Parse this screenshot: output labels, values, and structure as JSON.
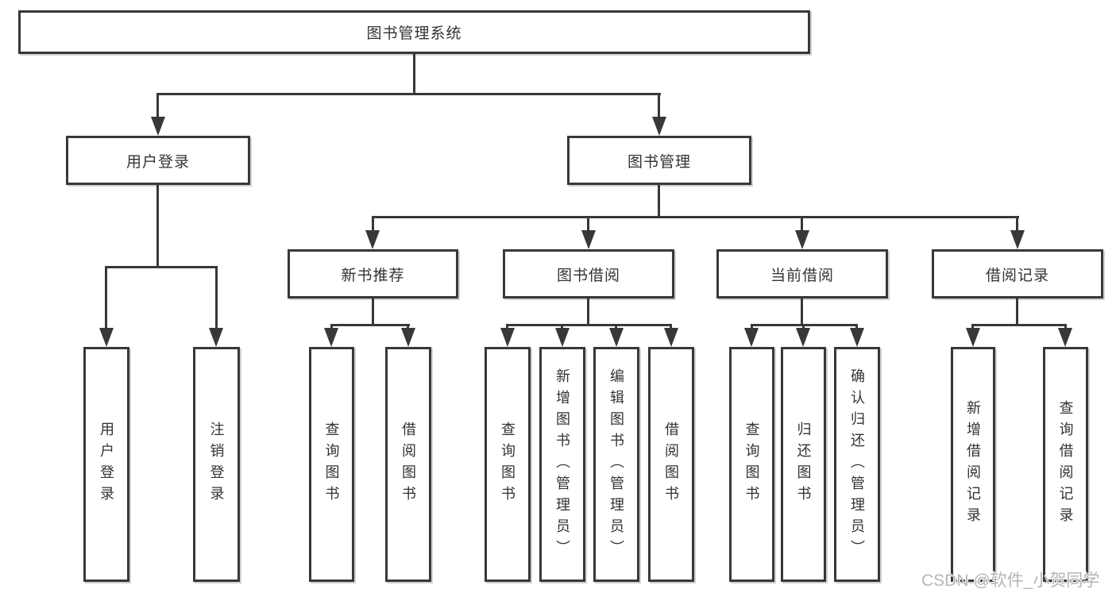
{
  "tree": {
    "root": "图书管理系统",
    "branches": [
      {
        "label": "用户登录",
        "children": [
          "用户登录",
          "注销登录"
        ]
      },
      {
        "label": "图书管理",
        "children": [
          {
            "label": "新书推荐",
            "children": [
              "查询图书",
              "借阅图书"
            ]
          },
          {
            "label": "图书借阅",
            "children": [
              "查询图书",
              "新增图书（管理员）",
              "编辑图书（管理员）",
              "借阅图书"
            ]
          },
          {
            "label": "当前借阅",
            "children": [
              "查询图书",
              "归还图书",
              "确认归还（管理员）"
            ]
          },
          {
            "label": "借阅记录",
            "children": [
              "新增借阅记录",
              "查询借阅记录"
            ]
          }
        ]
      }
    ]
  },
  "watermark": {
    "text": "CSDN @软件_小贺同学"
  },
  "colors": {
    "line": "#383838",
    "text": "#333333",
    "watermark": "#b5b5b5",
    "background": "#ffffff"
  }
}
